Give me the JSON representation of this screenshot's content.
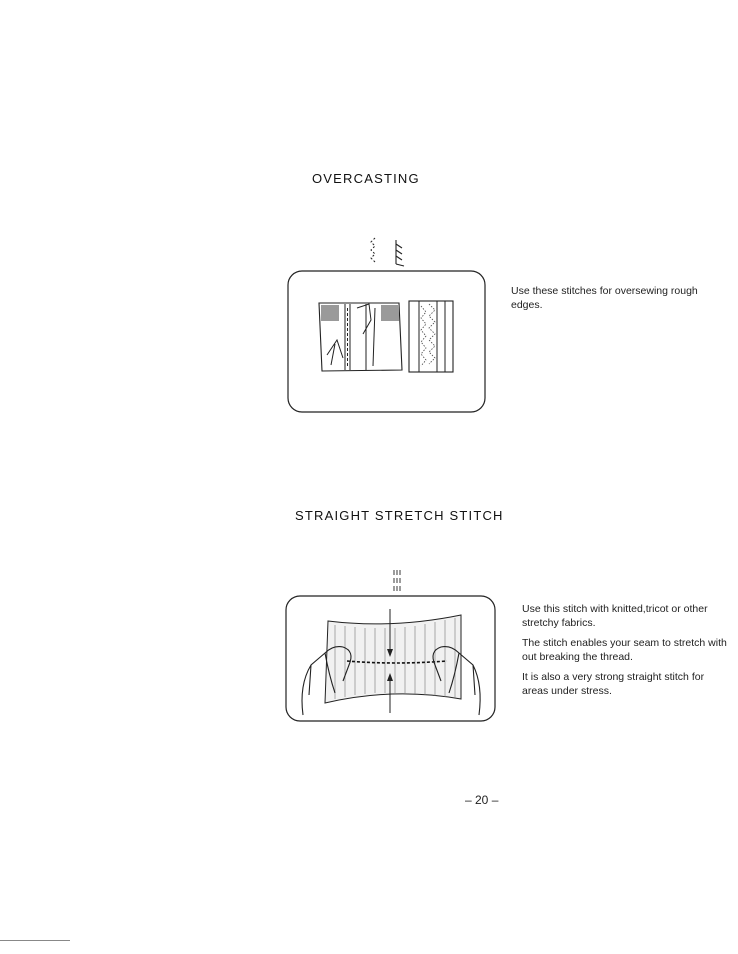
{
  "sections": {
    "overcasting": {
      "title": "OVERCASTING",
      "text": [
        "Use these stitches for oversewing rough edges."
      ]
    },
    "straight_stretch": {
      "title": "STRAIGHT STRETCH STITCH",
      "text": [
        "Use this stitch with knitted,tricot or other stretchy fabrics.",
        "The stitch enables your seam to stretch with out breaking the thread.",
        "It is also a very strong straight stitch for areas under stress."
      ]
    }
  },
  "page_number": "– 20 –"
}
